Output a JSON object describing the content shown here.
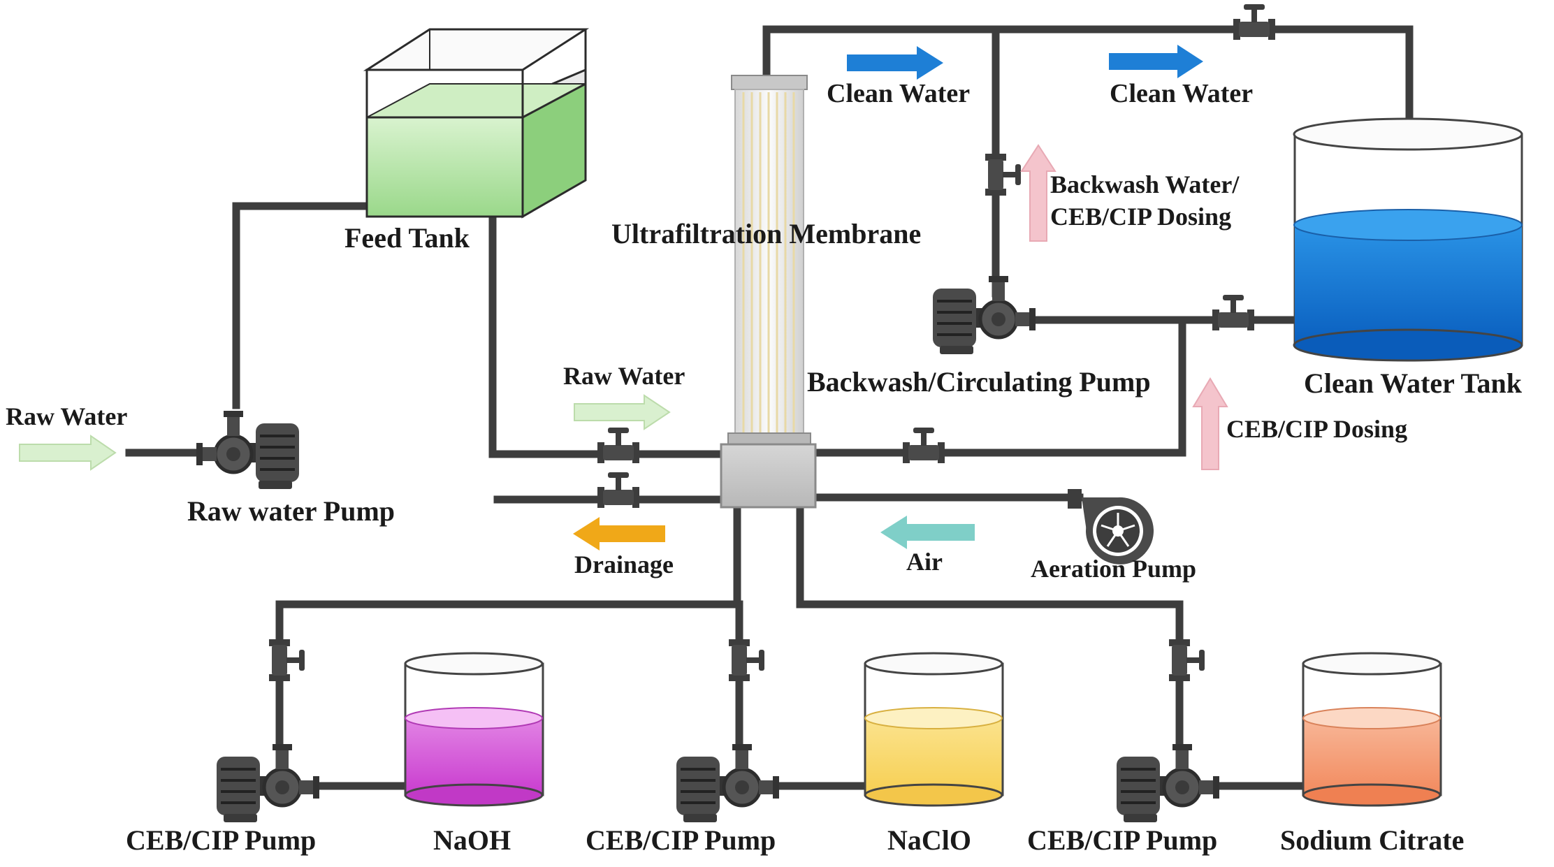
{
  "labels": {
    "feed_tank": "Feed Tank",
    "uf_membrane": "Ultrafiltration Membrane",
    "clean_water_1": "Clean Water",
    "clean_water_2": "Clean Water",
    "backwash_dosing_line1": "Backwash Water/",
    "backwash_dosing_line2": "CEB/CIP Dosing",
    "backwash_pump": "Backwash/Circulating Pump",
    "clean_water_tank": "Clean Water Tank",
    "ceb_cip_dosing": "CEB/CIP Dosing",
    "raw_water_in": "Raw Water",
    "raw_water_mid": "Raw Water",
    "raw_water_pump": "Raw water Pump",
    "drainage": "Drainage",
    "air": "Air",
    "aeration_pump": "Aeration Pump",
    "ceb_pump_1": "CEB/CIP Pump",
    "ceb_pump_2": "CEB/CIP Pump",
    "ceb_pump_3": "CEB/CIP Pump",
    "naoh": "NaOH",
    "naclo": "NaClO",
    "sodium_citrate": "Sodium Citrate"
  },
  "colors": {
    "pipe": "#3d3d3d",
    "arrow_clean_water": "#1e7fd6",
    "arrow_raw_water": "#d9f0cf",
    "arrow_dosing": "#f4c4cc",
    "arrow_drainage": "#f0a818",
    "arrow_air": "#7fcfc8",
    "feed_tank_water": "#a8dc98",
    "clean_tank_water": "#1f86dc",
    "naoh": "#d24ad6",
    "naclo": "#f8d868",
    "sodium_citrate": "#f49a70"
  }
}
